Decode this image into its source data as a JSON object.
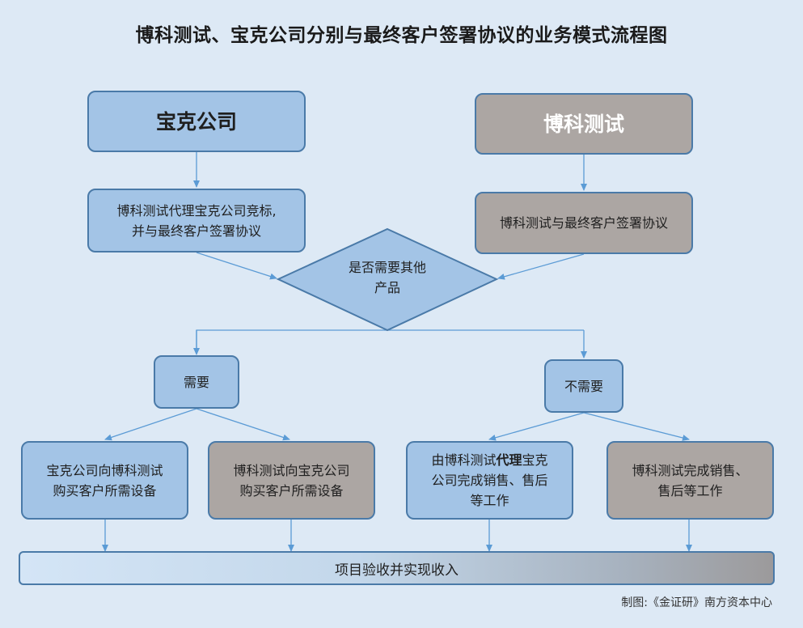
{
  "title": "博科测试、宝克公司分别与最终客户签署协议的业务模式流程图",
  "nodes": {
    "baoke": "宝克公司",
    "boke": "博科测试",
    "baoke_agent": "博科测试代理宝克公司竞标,\n并与最终客户签署协议",
    "boke_sign": "博科测试与最终客户签署协议",
    "decision": "是否需要其他\n产品",
    "need": "需要",
    "noneed": "不需要",
    "baoke_buy": "宝克公司向博科测试\n购买客户所需设备",
    "boke_buy": "博科测试向宝克公司\n购买客户所需设备",
    "agent_sales_pre": "由博科测试",
    "agent_sales_bold": "代理",
    "agent_sales_post": "宝克\n公司完成销售、售后\n等工作",
    "boke_sales": "博科测试完成销售、\n售后等工作",
    "final": "项目验收并实现收入"
  },
  "source": "制图:《金证研》南方资本中心",
  "colors": {
    "background": "#dde9f5",
    "blue_box": "#a3c4e6",
    "gray_box": "#aca6a3",
    "border": "#4a7aa8",
    "connector": "#5b9bd5"
  }
}
